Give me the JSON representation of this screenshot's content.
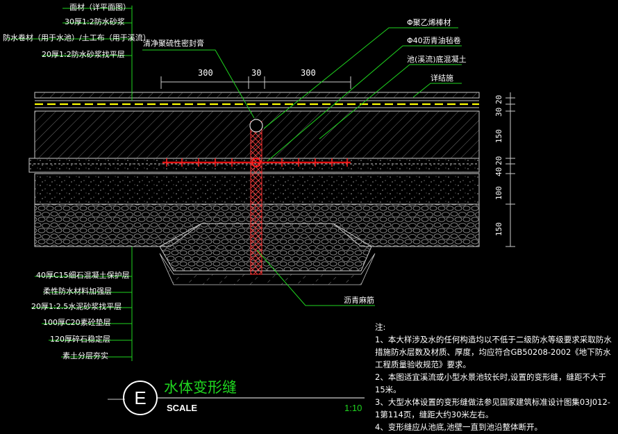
{
  "left_labels_top": [
    "面材（详平面图）",
    "30厚1:2防水砂浆",
    "防水卷材（用于水池）/土工布（用于溪流）",
    "20厚1:2防水砂浆找平层"
  ],
  "left_labels_bottom": [
    "40厚C15细石混凝土保护层",
    "柔性防水材料加强层",
    "20厚1:2.5水泥砂浆找平层",
    "100厚C20素砼垫层",
    "120厚碎石稳定层",
    "素土分层夯实"
  ],
  "top_labels": {
    "sealant": "清净聚硫性密封膏",
    "pe_board": "Φ聚乙烯棒材",
    "asphalt_roll": "Φ40沥青油毡卷",
    "concrete": "池(溪流)底混凝土",
    "detail": "详结施"
  },
  "bottom_label": "沥青麻筋",
  "dims_top": [
    "300",
    "30",
    "300"
  ],
  "dims_right": [
    "20",
    "30",
    "150",
    "20",
    "40",
    "100",
    "150"
  ],
  "notes": [
    "注:",
    "1、本大样涉及水的任何构造均以不低于二级防水等级要求采取防水措施防水层数及材质、厚度，均应符合GB50208-2002《地下防水工程质量验收规范》要求。",
    "2、本图适宜溪流或小型水景池较长时,设置的变形缝，缝距不大于15米。",
    "3、大型水体设置的变形缝做法参见国家建筑标准设计图集03J012-1第114页，缝距大约30米左右。",
    "4、变形缝应从池底,池壁一直到池沿整体断开。"
  ],
  "title_block": {
    "badge": "E",
    "title": "水体变形缝",
    "scale_label": "SCALE",
    "scale_value": "1:10"
  },
  "colors": {
    "background": "#000000",
    "leader": "#1fd61f",
    "joint": "#d01010",
    "dash": "#ffff00",
    "linework": "#ffffff"
  }
}
